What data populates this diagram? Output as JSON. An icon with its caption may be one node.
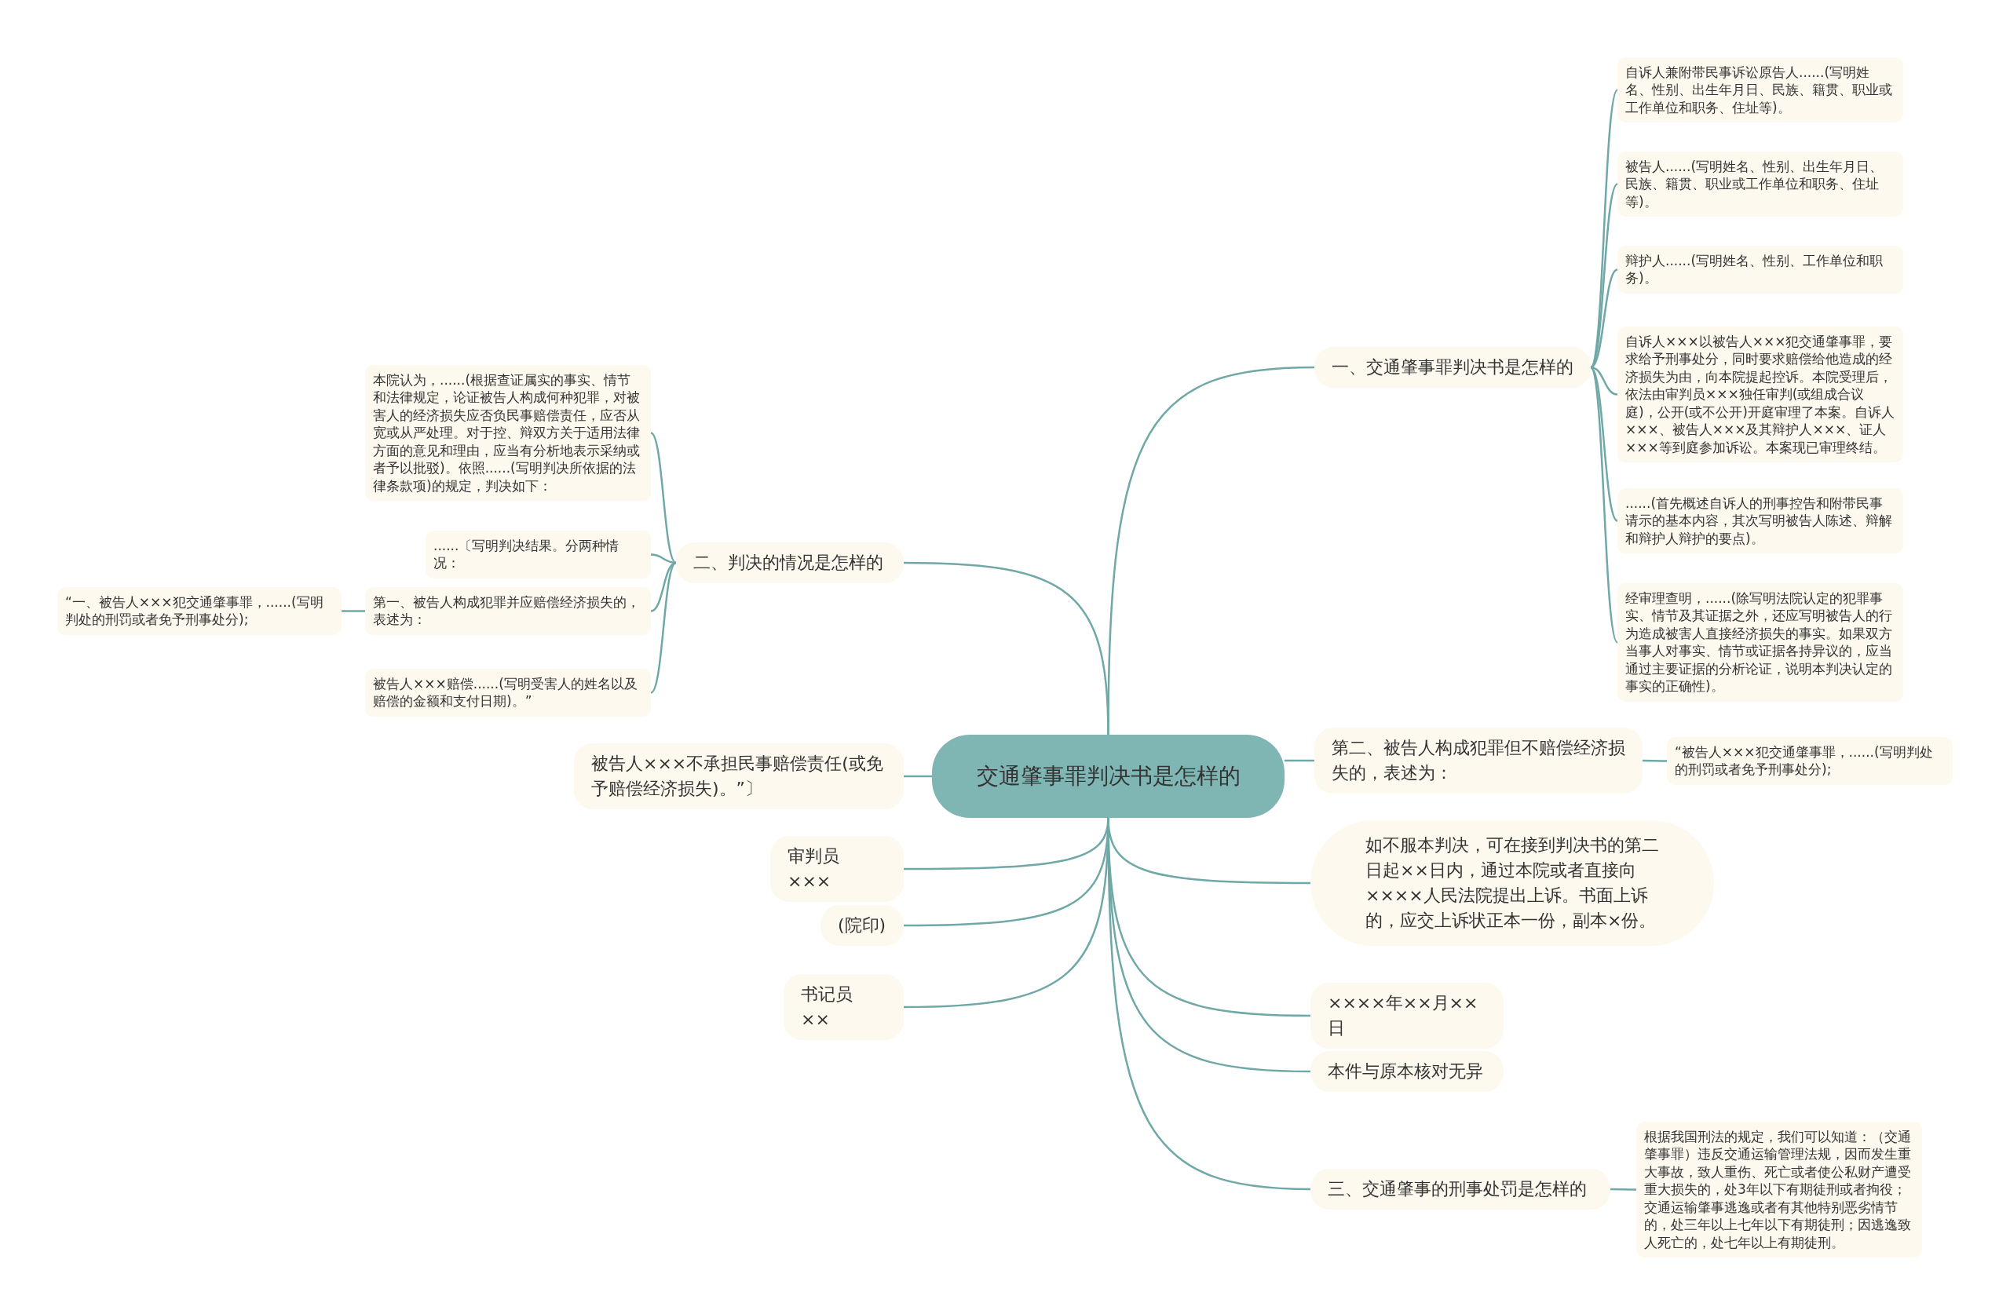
{
  "diagram": {
    "nodes": [
      {
        "text": [
          "交通肇事罪判决书是怎样的"
        ]
      },
      {
        "text": [
          "一、交通肇事罪判决书是怎样的"
        ]
      },
      {
        "text": [
          "自诉人兼附带民事诉讼原告人......(写明姓名、性别、出生年月日、民族、籍贯、职业或工作单位和职务、住址等)。"
        ]
      },
      {
        "text": [
          "被告人......(写明姓名、性别、出生年月日、民族、籍贯、职业或工作单位和职务、住址等)。"
        ]
      },
      {
        "text": [
          "辩护人......(写明姓名、性别、工作单位和职务)。"
        ]
      },
      {
        "text": [
          "自诉人×××以被告人×××犯交通肇事罪，要求给予刑事处分，同时要求赔偿给他造成的经济损失为由，向本院提起控诉。本院受理后，依法由审判员×××独任审判(或组成合议庭)，公开(或不公开)开庭审理了本案。自诉人×××、被告人×××及其辩护人×××、证人×××等到庭参加诉讼。本案现已审理终结。"
        ]
      },
      {
        "text": [
          "......(首先概述自诉人的刑事控告和附带民事请示的基本内容，其次写明被告人陈述、辩解和辩护人辩护的要点)。"
        ]
      },
      {
        "text": [
          "经审理查明，......(除写明法院认定的犯罪事实、情节及其证据之外，还应写明被告人的行为造成被害人直接经济损失的事实。如果双方当事人对事实、情节或证据各持异议的，应当通过主要证据的分析论证，说明本判决认定的事实的正确性)。"
        ]
      },
      {
        "text": [
          "第二、被告人构成犯罪但不赔偿经济损失的，表述为："
        ]
      },
      {
        "text": [
          "“被告人×××犯交通肇事罪，......(写明判处的刑罚或者免予刑事处分);"
        ]
      },
      {
        "text": [
          "如不服本判决，可在接到判决书的第二日起××日内，通过本院或者直接向××××人民法院提出上诉。书面上诉的，应交上诉状正本一份，副本×份。"
        ]
      },
      {
        "text": [
          "××××年××月××日"
        ]
      },
      {
        "text": [
          "本件与原本核对无异"
        ]
      },
      {
        "text": [
          "三、交通肇事的刑事处罚是怎样的"
        ]
      },
      {
        "text": [
          "根据我国刑法的规定，我们可以知道：（交通肇事罪）违反交通运输管理法规，因而发生重大事故，致人重伤、死亡或者使公私财产遭受重大损失的，处3年以下有期徒刑或者拘役；交通运输肇事逃逸或者有其他特别恶劣情节的，处三年以上七年以下有期徒刑；因逃逸致人死亡的，处七年以上有期徒刑。"
        ]
      },
      {
        "text": [
          "二、判决的情况是怎样的"
        ]
      },
      {
        "text": [
          "本院认为，......(根据查证属实的事实、情节和法律规定，论证被告人构成何种犯罪，对被害人的经济损失应否负民事赔偿责任，应否从宽或从严处理。对于控、辩双方关于适用法律方面的意见和理由，应当有分析地表示采纳或者予以批驳)。依照......(写明判决所依据的法律条款项)的规定，判决如下："
        ]
      },
      {
        "text": [
          "......〔写明判决结果。分两种情况："
        ]
      },
      {
        "text": [
          "第一、被告人构成犯罪并应赔偿经济损失的，表述为："
        ]
      },
      {
        "text": [
          "“一、被告人×××犯交通肇事罪，......(写明判处的刑罚或者免予刑事处分);"
        ]
      },
      {
        "text": [
          "被告人×××赔偿......(写明受害人的姓名以及赔偿的金额和支付日期)。”"
        ]
      },
      {
        "text": [
          "被告人×××不承担民事赔偿责任(或免予赔偿经济损失)。”〕"
        ]
      },
      {
        "text": [
          "审判员 ×××"
        ]
      },
      {
        "text": [
          "(院印)"
        ]
      },
      {
        "text": [
          "书记员 ××"
        ]
      }
    ],
    "edges": [
      {
        "from": 0,
        "to": 1,
        "arrow": "none"
      },
      {
        "from": 1,
        "to": 2,
        "arrow": "none"
      },
      {
        "from": 1,
        "to": 3,
        "arrow": "none"
      },
      {
        "from": 1,
        "to": 4,
        "arrow": "none"
      },
      {
        "from": 1,
        "to": 5,
        "arrow": "none"
      },
      {
        "from": 1,
        "to": 6,
        "arrow": "none"
      },
      {
        "from": 1,
        "to": 7,
        "arrow": "none"
      },
      {
        "from": 0,
        "to": 8,
        "arrow": "none"
      },
      {
        "from": 8,
        "to": 9,
        "arrow": "none"
      },
      {
        "from": 0,
        "to": 10,
        "arrow": "none"
      },
      {
        "from": 0,
        "to": 11,
        "arrow": "none"
      },
      {
        "from": 0,
        "to": 12,
        "arrow": "none"
      },
      {
        "from": 0,
        "to": 13,
        "arrow": "none"
      },
      {
        "from": 13,
        "to": 14,
        "arrow": "none"
      },
      {
        "from": 0,
        "to": 15,
        "arrow": "none"
      },
      {
        "from": 15,
        "to": 16,
        "arrow": "none"
      },
      {
        "from": 15,
        "to": 17,
        "arrow": "none"
      },
      {
        "from": 15,
        "to": 18,
        "arrow": "none"
      },
      {
        "from": 18,
        "to": 19,
        "arrow": "none"
      },
      {
        "from": 15,
        "to": 20,
        "arrow": "none"
      },
      {
        "from": 0,
        "to": 21,
        "arrow": "none"
      },
      {
        "from": 0,
        "to": 22,
        "arrow": "none"
      },
      {
        "from": 0,
        "to": 23,
        "arrow": "none"
      },
      {
        "from": 0,
        "to": 24,
        "arrow": "none"
      }
    ]
  }
}
